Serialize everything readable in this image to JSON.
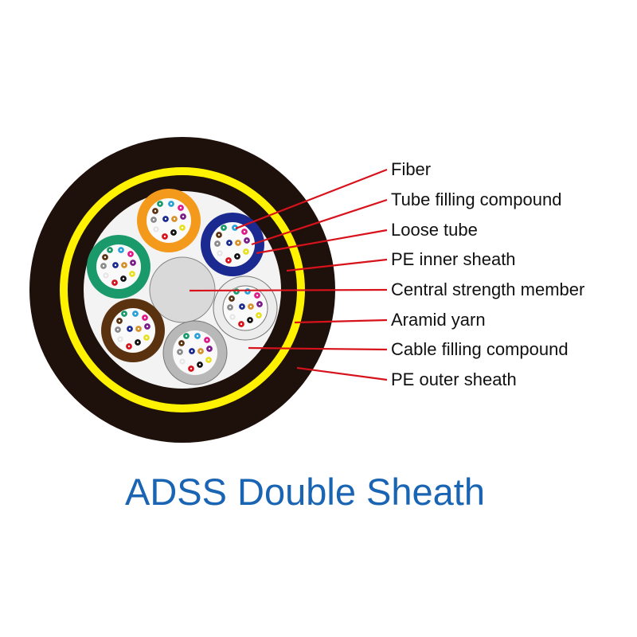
{
  "labels": [
    "Fiber",
    "Tube filling compound",
    "Loose tube",
    "PE inner sheath",
    "Central strength member",
    "Aramid yarn",
    "Cable filling compound",
    "PE outer sheath"
  ],
  "title": "ADSS Double Sheath",
  "colors": {
    "sheath": "#1e110c",
    "aramid": "#fff200",
    "core": "#f3f3f3",
    "central": "#d9d9d9",
    "leader": "#d8121b",
    "title": "#1a64b4",
    "tubes": [
      "#f39a1c",
      "#1b2a90",
      "#1a9a6a",
      "#5a3210",
      "#b8b8b8",
      "#ececec"
    ],
    "fibers": [
      "#1a9a6a",
      "#2aa0d8",
      "#e0188a",
      "#5a3210",
      "#7a1a8a",
      "#8a8a8a",
      "#1b2a90",
      "#d8902a",
      "#e8e8e8",
      "#e8e020",
      "#d8121b",
      "#111111"
    ]
  }
}
